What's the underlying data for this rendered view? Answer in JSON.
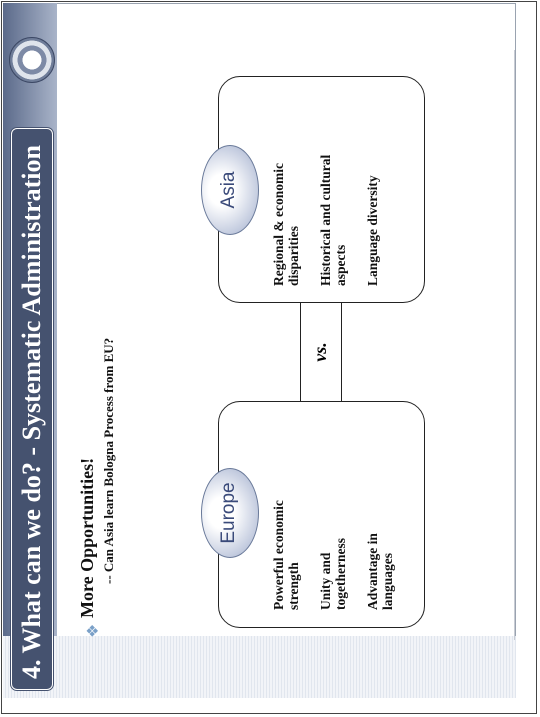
{
  "slide": {
    "title": "4. What can we do? - Systematic Administration",
    "bullet_main": "More Opportunities!",
    "bullet_sub": "-- Can Asia learn Bologna Process from EU?",
    "vs": "vs.",
    "europe": {
      "label": "Europe",
      "items": [
        "Powerful economic strength",
        "Unity and togetherness",
        "Advantage in languages"
      ]
    },
    "asia": {
      "label": "Asia",
      "items": [
        "Regional & economic disparities",
        "Historical and cultural aspects",
        "Language diversity"
      ]
    }
  }
}
